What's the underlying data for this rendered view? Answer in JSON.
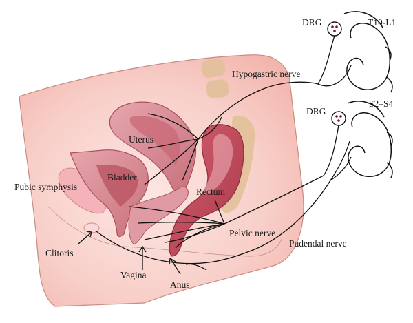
{
  "labels": {
    "drg_upper": "DRG",
    "t10_l1": "T10-L1",
    "hypogastric_nerve": "Hypogastric nerve",
    "drg_lower": "DRG",
    "s2_s4": "S2–S4",
    "uterus": "Uterus",
    "bladder": "Bladder",
    "pubic_symphysis": "Pubic symphysis",
    "rectum": "Rectum",
    "pelvic_nerve": "Pelvic nerve",
    "clitoris": "Clitoris",
    "pudendal_nerve": "Pudendal nerve",
    "vagina": "Vagina",
    "anus": "Anus"
  },
  "colors": {
    "skin": "#f7c9c3",
    "skin_outline": "#c98b84",
    "organ": "#d98b93",
    "organ_dark": "#b04a58",
    "rectum": "#c0455a",
    "spine": "#e3c19a",
    "nerve": "#111111"
  }
}
